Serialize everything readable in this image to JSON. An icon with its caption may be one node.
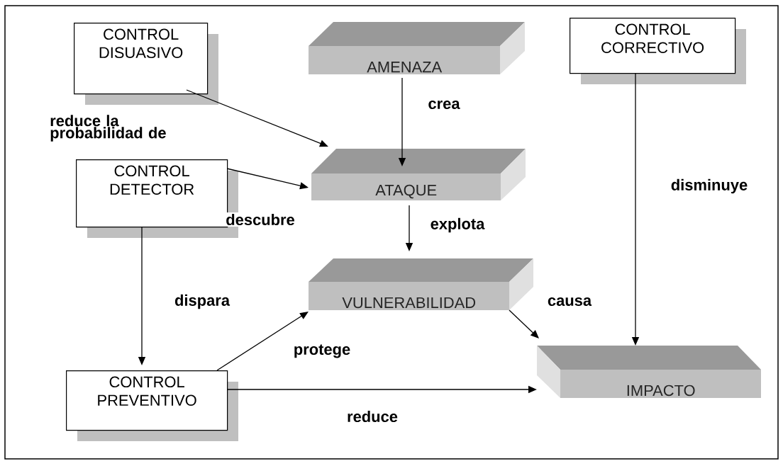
{
  "diagram": {
    "nodes": [
      {
        "text": [
          "CONTROL DISUASIVO"
        ]
      },
      {
        "text": [
          "AMENAZA"
        ]
      },
      {
        "text": [
          "CONTROL CORRECTIVO"
        ]
      },
      {
        "text": [
          "CONTROL DETECTOR"
        ]
      },
      {
        "text": [
          "ATAQUE"
        ]
      },
      {
        "text": [
          "VULNERABILIDAD"
        ]
      },
      {
        "text": [
          "CONTROL PREVENTIVO"
        ]
      },
      {
        "text": [
          "IMPACTO"
        ]
      }
    ],
    "edges": [
      {
        "from": 0,
        "to": 4,
        "arrow": "to",
        "label": "reduce la probabilidad de"
      },
      {
        "from": 1,
        "to": 4,
        "arrow": "to",
        "label": "crea"
      },
      {
        "from": 3,
        "to": 4,
        "arrow": "to",
        "label": "descubre"
      },
      {
        "from": 4,
        "to": 5,
        "arrow": "to",
        "label": "explota"
      },
      {
        "from": 3,
        "to": 6,
        "arrow": "to",
        "label": "dispara"
      },
      {
        "from": 6,
        "to": 5,
        "arrow": "to",
        "label": "protege"
      },
      {
        "from": 5,
        "to": 7,
        "arrow": "to",
        "label": "causa"
      },
      {
        "from": 6,
        "to": 7,
        "arrow": "to",
        "label": "reduce"
      },
      {
        "from": 2,
        "to": 7,
        "arrow": "to",
        "label": "disminuye"
      }
    ]
  }
}
